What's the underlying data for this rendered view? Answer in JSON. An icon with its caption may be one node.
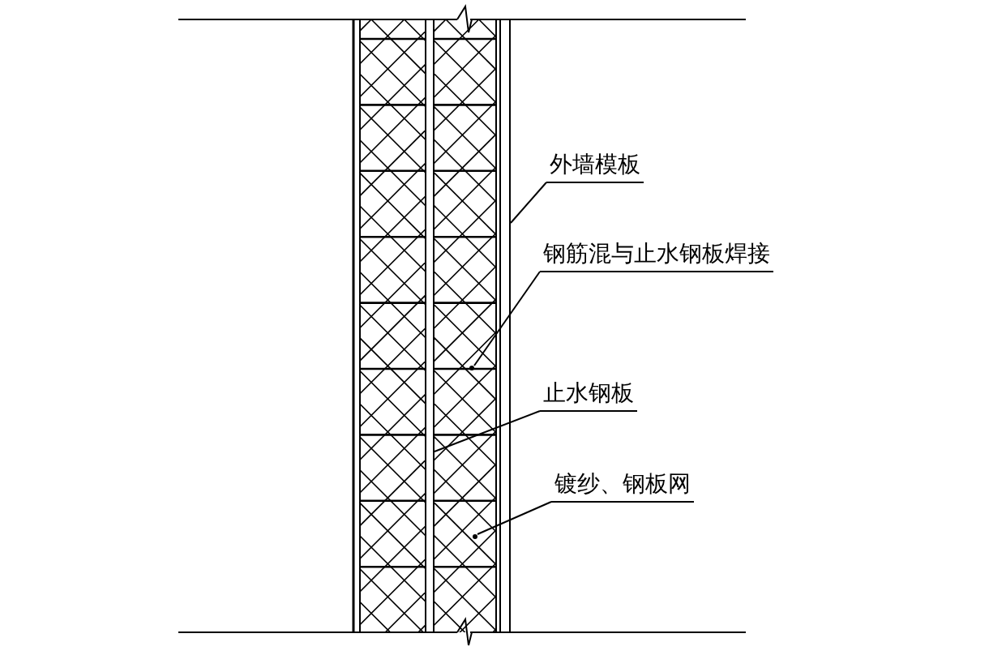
{
  "diagram": {
    "nodes": [
      {
        "text": [
          "外墙模板"
        ]
      },
      {
        "text": [
          "钢筋混与止水钢板焊接"
        ]
      },
      {
        "text": [
          "止水钢板"
        ]
      },
      {
        "text": [
          "镀纱、钢板网"
        ]
      },
      {
        "text": [],
        "shape": "bar"
      },
      {
        "text": [],
        "shape": "circle"
      },
      {
        "text": [],
        "shape": "circle"
      },
      {
        "text": [],
        "shape": "bar"
      }
    ],
    "edges": [
      {
        "from": 0,
        "to": 7,
        "arrow": "none"
      },
      {
        "from": 1,
        "to": 5,
        "arrow": "none"
      },
      {
        "from": 2,
        "to": 4,
        "arrow": "none"
      },
      {
        "from": 3,
        "to": 6,
        "arrow": "none"
      }
    ]
  }
}
